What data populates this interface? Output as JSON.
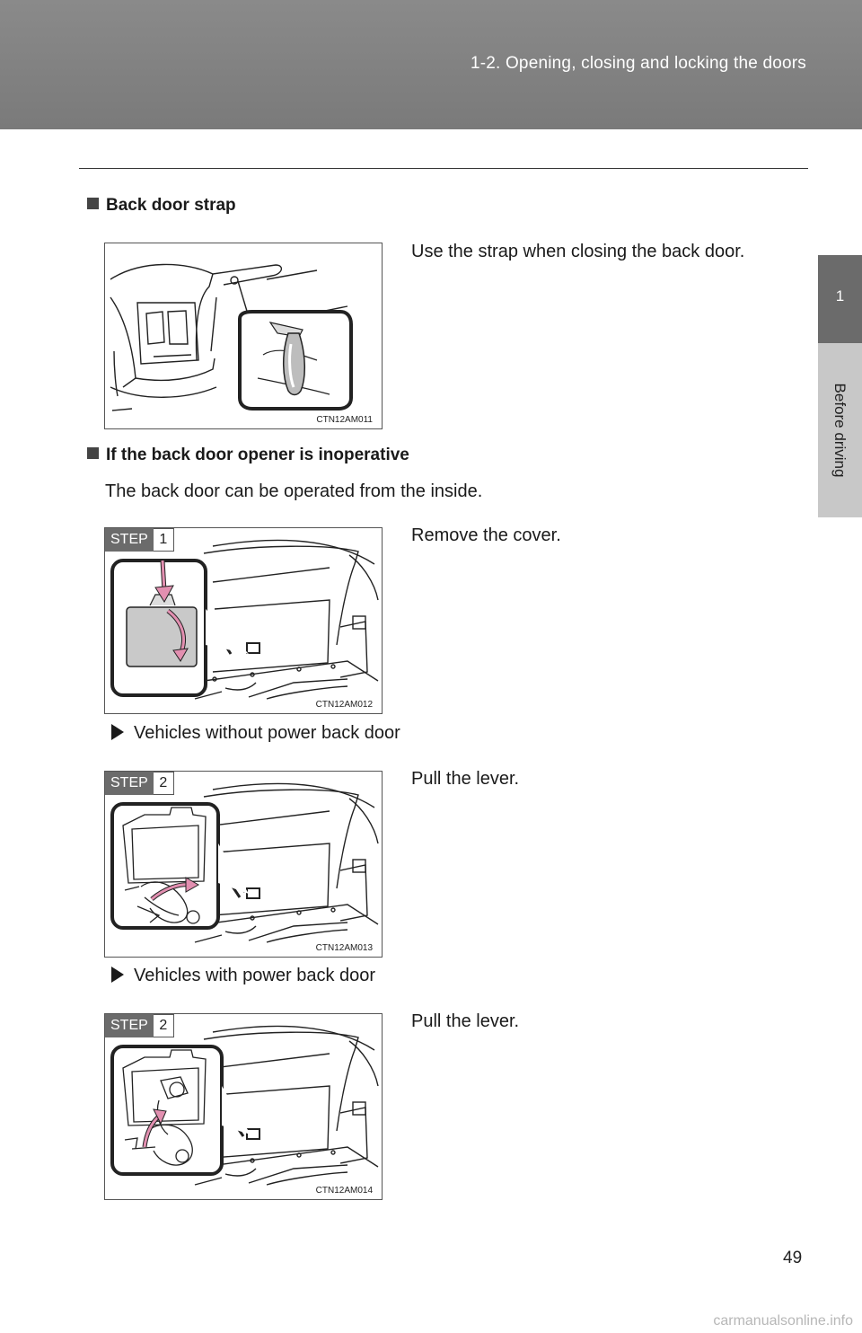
{
  "header": {
    "section_title": "1-2. Opening, closing and locking the doors"
  },
  "side_tab": {
    "number": "1",
    "label": "Before driving"
  },
  "sections": [
    {
      "heading": "Back door strap"
    },
    {
      "heading": "If the back door opener is inoperative",
      "intro": "The back door can be operated from the inside."
    }
  ],
  "figures": [
    {
      "code": "CTN12AM011",
      "caption": "Use the strap when closing the back door."
    },
    {
      "code": "CTN12AM012",
      "step_word": "STEP",
      "step_num": "1",
      "caption": "Remove the cover."
    },
    {
      "code": "CTN12AM013",
      "step_word": "STEP",
      "step_num": "2",
      "caption": "Pull the lever."
    },
    {
      "code": "CTN12AM014",
      "step_word": "STEP",
      "step_num": "2",
      "caption": "Pull the lever."
    }
  ],
  "bullets": [
    {
      "text": "Vehicles without power back door"
    },
    {
      "text": "Vehicles with power back door"
    }
  ],
  "page_number": "49",
  "watermark": "carmanualsonline.info",
  "colors": {
    "header_band": "#808080",
    "tab_dark": "#6b6b6b",
    "tab_light": "#c8c8c8",
    "arrow_pink": "#e28fb0"
  }
}
